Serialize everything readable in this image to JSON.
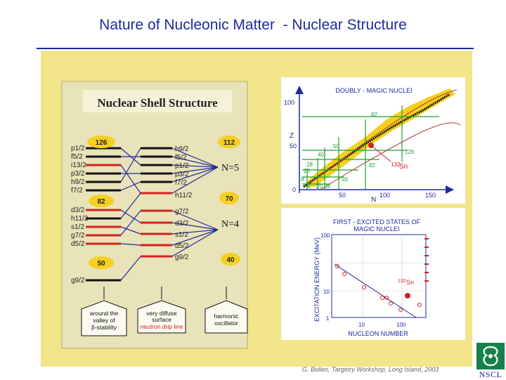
{
  "header": {
    "title": "Nature of Nucleonic Matter  - Nuclear Structure"
  },
  "shell": {
    "title": "Nuclear Shell Structure",
    "left_levels_upper": [
      "p1/2",
      "f5/2",
      "i13/2",
      "p3/2",
      "h9/2",
      "f7/2"
    ],
    "left_levels_lower": [
      "d3/2",
      "h11/2",
      "s1/2",
      "g7/2",
      "d5/2"
    ],
    "left_level_bottom": "g9/2",
    "right_levels_upper": [
      "h9/2",
      "f5/2",
      "p1/2",
      "p3/2",
      "f7/2",
      "h11/2"
    ],
    "right_levels_lower": [
      "g7/2",
      "d3/2",
      "s1/2",
      "d5/2",
      "g9/2"
    ],
    "magic_left": [
      "126",
      "82",
      "50"
    ],
    "magic_right": [
      "112",
      "70",
      "40"
    ],
    "shell_labels": [
      "N=5",
      "N=4"
    ],
    "boxes": [
      {
        "lines": [
          "around the",
          "valley of",
          "β-stability"
        ],
        "red": ""
      },
      {
        "lines": [
          "very diffuse",
          "surface"
        ],
        "red": "neutron drip line"
      },
      {
        "lines": [
          "harmonic",
          "oscillator"
        ],
        "red": ""
      }
    ]
  },
  "chart_top": {
    "title": "DOUBLY - MAGIC NUCLEI",
    "ylabel": "Z",
    "xlabel": "N",
    "yticks": [
      "100",
      "50",
      "0"
    ],
    "xticks": [
      "50",
      "100",
      "150"
    ],
    "magic_labels": [
      "82",
      "50",
      "40",
      "28",
      "20",
      "8",
      "8",
      "20",
      "28",
      "50",
      "82",
      "126"
    ],
    "nuclide_label": "132",
    "nuclide_symbol": "Sn"
  },
  "chart_bottom": {
    "title_lines": [
      "FIRST - EXCITED STATES OF",
      "MAGIC NUCLEI"
    ],
    "ylabel": "EXCITATION ENERGY (MeV)",
    "xlabel": "NUCLEON NUMBER",
    "yticks": [
      "100",
      "10",
      "1"
    ],
    "xticks": [
      "10",
      "100"
    ],
    "nuclide_label": "132",
    "nuclide_symbol": "Sn"
  },
  "footer": {
    "credit": "G. Bollen, Targetry Workshop, Long Island, 2003",
    "logo_text": "NSCL"
  },
  "colors": {
    "title": "#1f2a9c",
    "panel": "#f2e58a",
    "accent_red": "#d42020",
    "gold": "#f5d020"
  }
}
